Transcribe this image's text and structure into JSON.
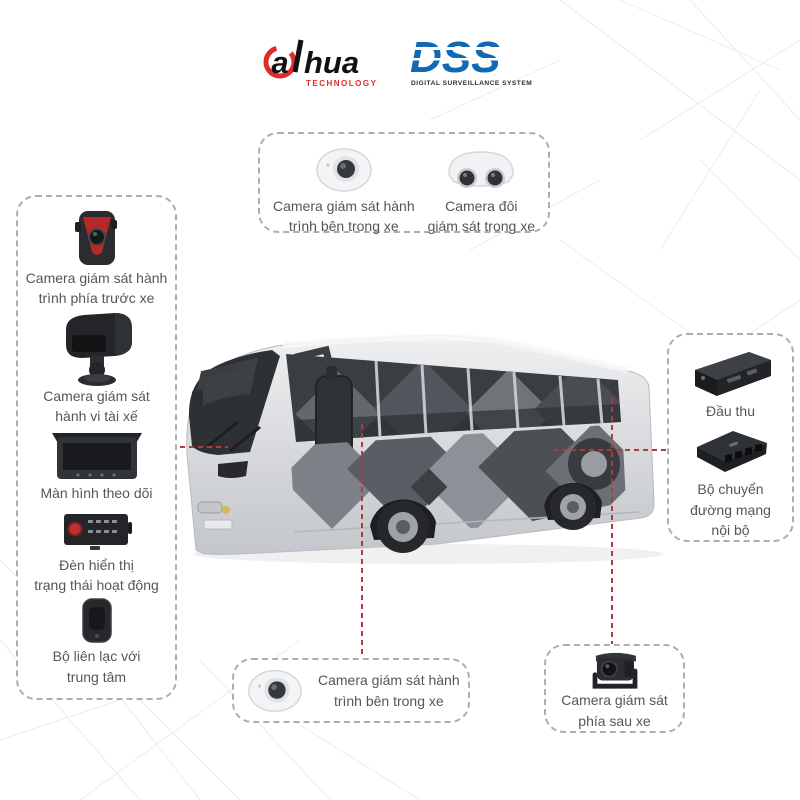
{
  "header": {
    "dahua": {
      "brand": "alhua",
      "sub": "TECHNOLOGY"
    },
    "dss": {
      "brand": "DSS",
      "sub": "DIGITAL SURVEILLANCE SYSTEM"
    }
  },
  "colors": {
    "connector_red": "#b33a3c",
    "dahua_red": "#e02b2b",
    "dss_blue": "#1168b3",
    "label_text": "#54565c",
    "box_border": "#abaeb4"
  },
  "scene": {
    "vehicle": "coach-bus-illustration"
  },
  "boxes": {
    "top": {
      "items": [
        {
          "icon": "dome-camera-icon",
          "label": "Camera giám sát hành\ntrình bên trong xe"
        },
        {
          "icon": "dual-dome-camera-icon",
          "label": "Camera đôi\ngiám sát trong xe"
        }
      ]
    },
    "left": {
      "items": [
        {
          "icon": "front-dashcam-icon",
          "label": "Camera giám sát hành\ntrình phía trước xe"
        },
        {
          "icon": "driver-camera-icon",
          "label": "Camera giám sát\nhành vi tài xế"
        },
        {
          "icon": "monitor-icon",
          "label": "Màn hình theo dõi"
        },
        {
          "icon": "status-light-icon",
          "label": "Đèn hiển thị\ntrạng thái hoạt động"
        },
        {
          "icon": "intercom-icon",
          "label": "Bộ liên lạc với\ntrung tâm"
        }
      ]
    },
    "right": {
      "items": [
        {
          "icon": "dvr-icon",
          "label": "Đầu thu"
        },
        {
          "icon": "network-switch-icon",
          "label": "Bộ chuyển\nđường mạng\nnội bộ"
        }
      ]
    },
    "bottom_center": {
      "items": [
        {
          "icon": "dome-camera-icon",
          "label": "Camera giám sát hành\ntrình bên trong xe"
        }
      ]
    },
    "bottom_right": {
      "items": [
        {
          "icon": "rear-camera-icon",
          "label": "Camera giám sát\nphía sau xe"
        }
      ]
    }
  }
}
